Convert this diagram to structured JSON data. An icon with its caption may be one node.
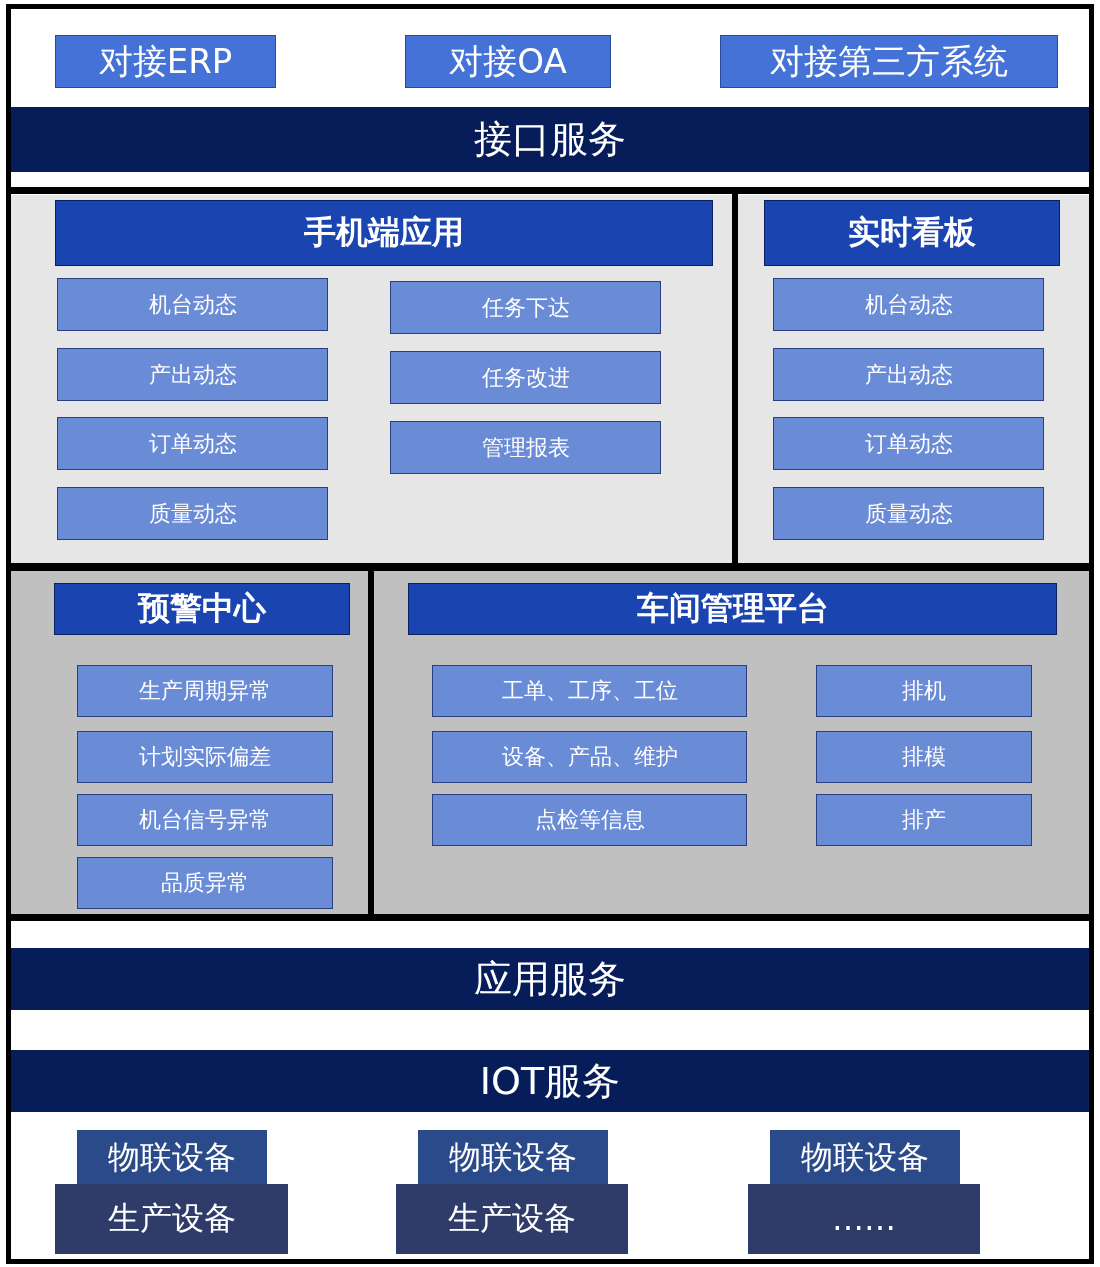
{
  "diagram": {
    "nodes": [
      {
        "text": [
          "对接ERP"
        ]
      },
      {
        "text": [
          "对接OA"
        ]
      },
      {
        "text": [
          "对接第三方系统"
        ]
      },
      {
        "text": [
          "接口服务"
        ]
      },
      {
        "text": [],
        "shape": "box"
      },
      {
        "text": [
          "手机端应用"
        ],
        "in": 4
      },
      {
        "text": [
          "机台动态"
        ],
        "in": 4
      },
      {
        "text": [
          "产出动态"
        ],
        "in": 4
      },
      {
        "text": [
          "订单动态"
        ],
        "in": 4
      },
      {
        "text": [
          "质量动态"
        ],
        "in": 4
      },
      {
        "text": [
          "任务下达"
        ],
        "in": 4
      },
      {
        "text": [
          "任务改进"
        ],
        "in": 4
      },
      {
        "text": [
          "管理报表"
        ],
        "in": 4
      },
      {
        "text": [],
        "shape": "box"
      },
      {
        "text": [
          "实时看板"
        ],
        "in": 13
      },
      {
        "text": [
          "机台动态"
        ],
        "in": 13
      },
      {
        "text": [
          "产出动态"
        ],
        "in": 13
      },
      {
        "text": [
          "订单动态"
        ],
        "in": 13
      },
      {
        "text": [
          "质量动态"
        ],
        "in": 13
      },
      {
        "text": [],
        "shape": "box"
      },
      {
        "text": [
          "预警中心"
        ],
        "in": 19
      },
      {
        "text": [
          "生产周期异常"
        ],
        "in": 19
      },
      {
        "text": [
          "计划实际偏差"
        ],
        "in": 19
      },
      {
        "text": [
          "机台信号异常"
        ],
        "in": 19
      },
      {
        "text": [
          "品质异常"
        ],
        "in": 19
      },
      {
        "text": [],
        "shape": "box"
      },
      {
        "text": [
          "车间管理平台"
        ],
        "in": 25
      },
      {
        "text": [
          "工单、工序、工位"
        ],
        "in": 25
      },
      {
        "text": [
          "设备、产品、维护"
        ],
        "in": 25
      },
      {
        "text": [
          "点检等信息"
        ],
        "in": 25
      },
      {
        "text": [
          "排机"
        ],
        "in": 25
      },
      {
        "text": [
          "排模"
        ],
        "in": 25
      },
      {
        "text": [
          "排产"
        ],
        "in": 25
      },
      {
        "text": [
          "应用服务"
        ]
      },
      {
        "text": [
          "IOT服务"
        ]
      },
      {
        "text": [
          "物联设备"
        ]
      },
      {
        "text": [
          "生产设备"
        ]
      },
      {
        "text": [
          "物联设备"
        ]
      },
      {
        "text": [
          "生产设备"
        ]
      },
      {
        "text": [
          "物联设备"
        ]
      },
      {
        "text": [
          "……"
        ]
      }
    ]
  }
}
